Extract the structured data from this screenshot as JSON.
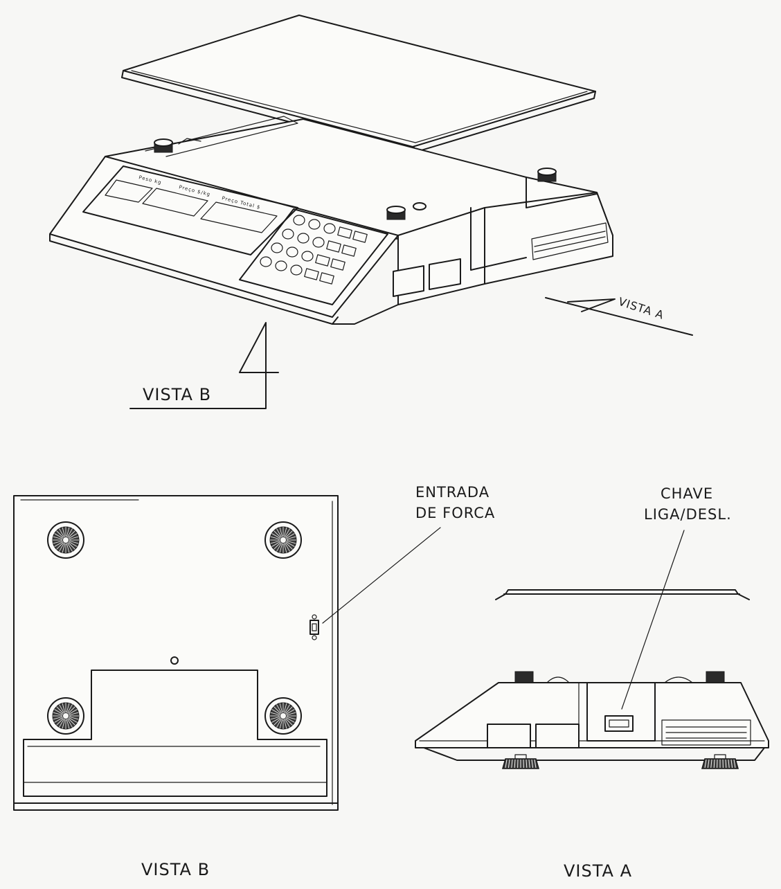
{
  "labels": {
    "vista_b_arrow": "VISTA B",
    "vista_a_arrow": "VISTA A",
    "entrada_line1": "ENTRADA",
    "entrada_line2": "DE FORCA",
    "chave_line1": "CHAVE",
    "chave_line2": "LIGA/DESL.",
    "caption_b": "VISTA B",
    "caption_a": "VISTA A"
  },
  "display_labels": {
    "window1": "Peso kg",
    "window2": "Preço $/kg",
    "window3": "Preço Total $"
  },
  "colors": {
    "ink": "#1a1a1a",
    "paper": "#f7f7f5"
  }
}
